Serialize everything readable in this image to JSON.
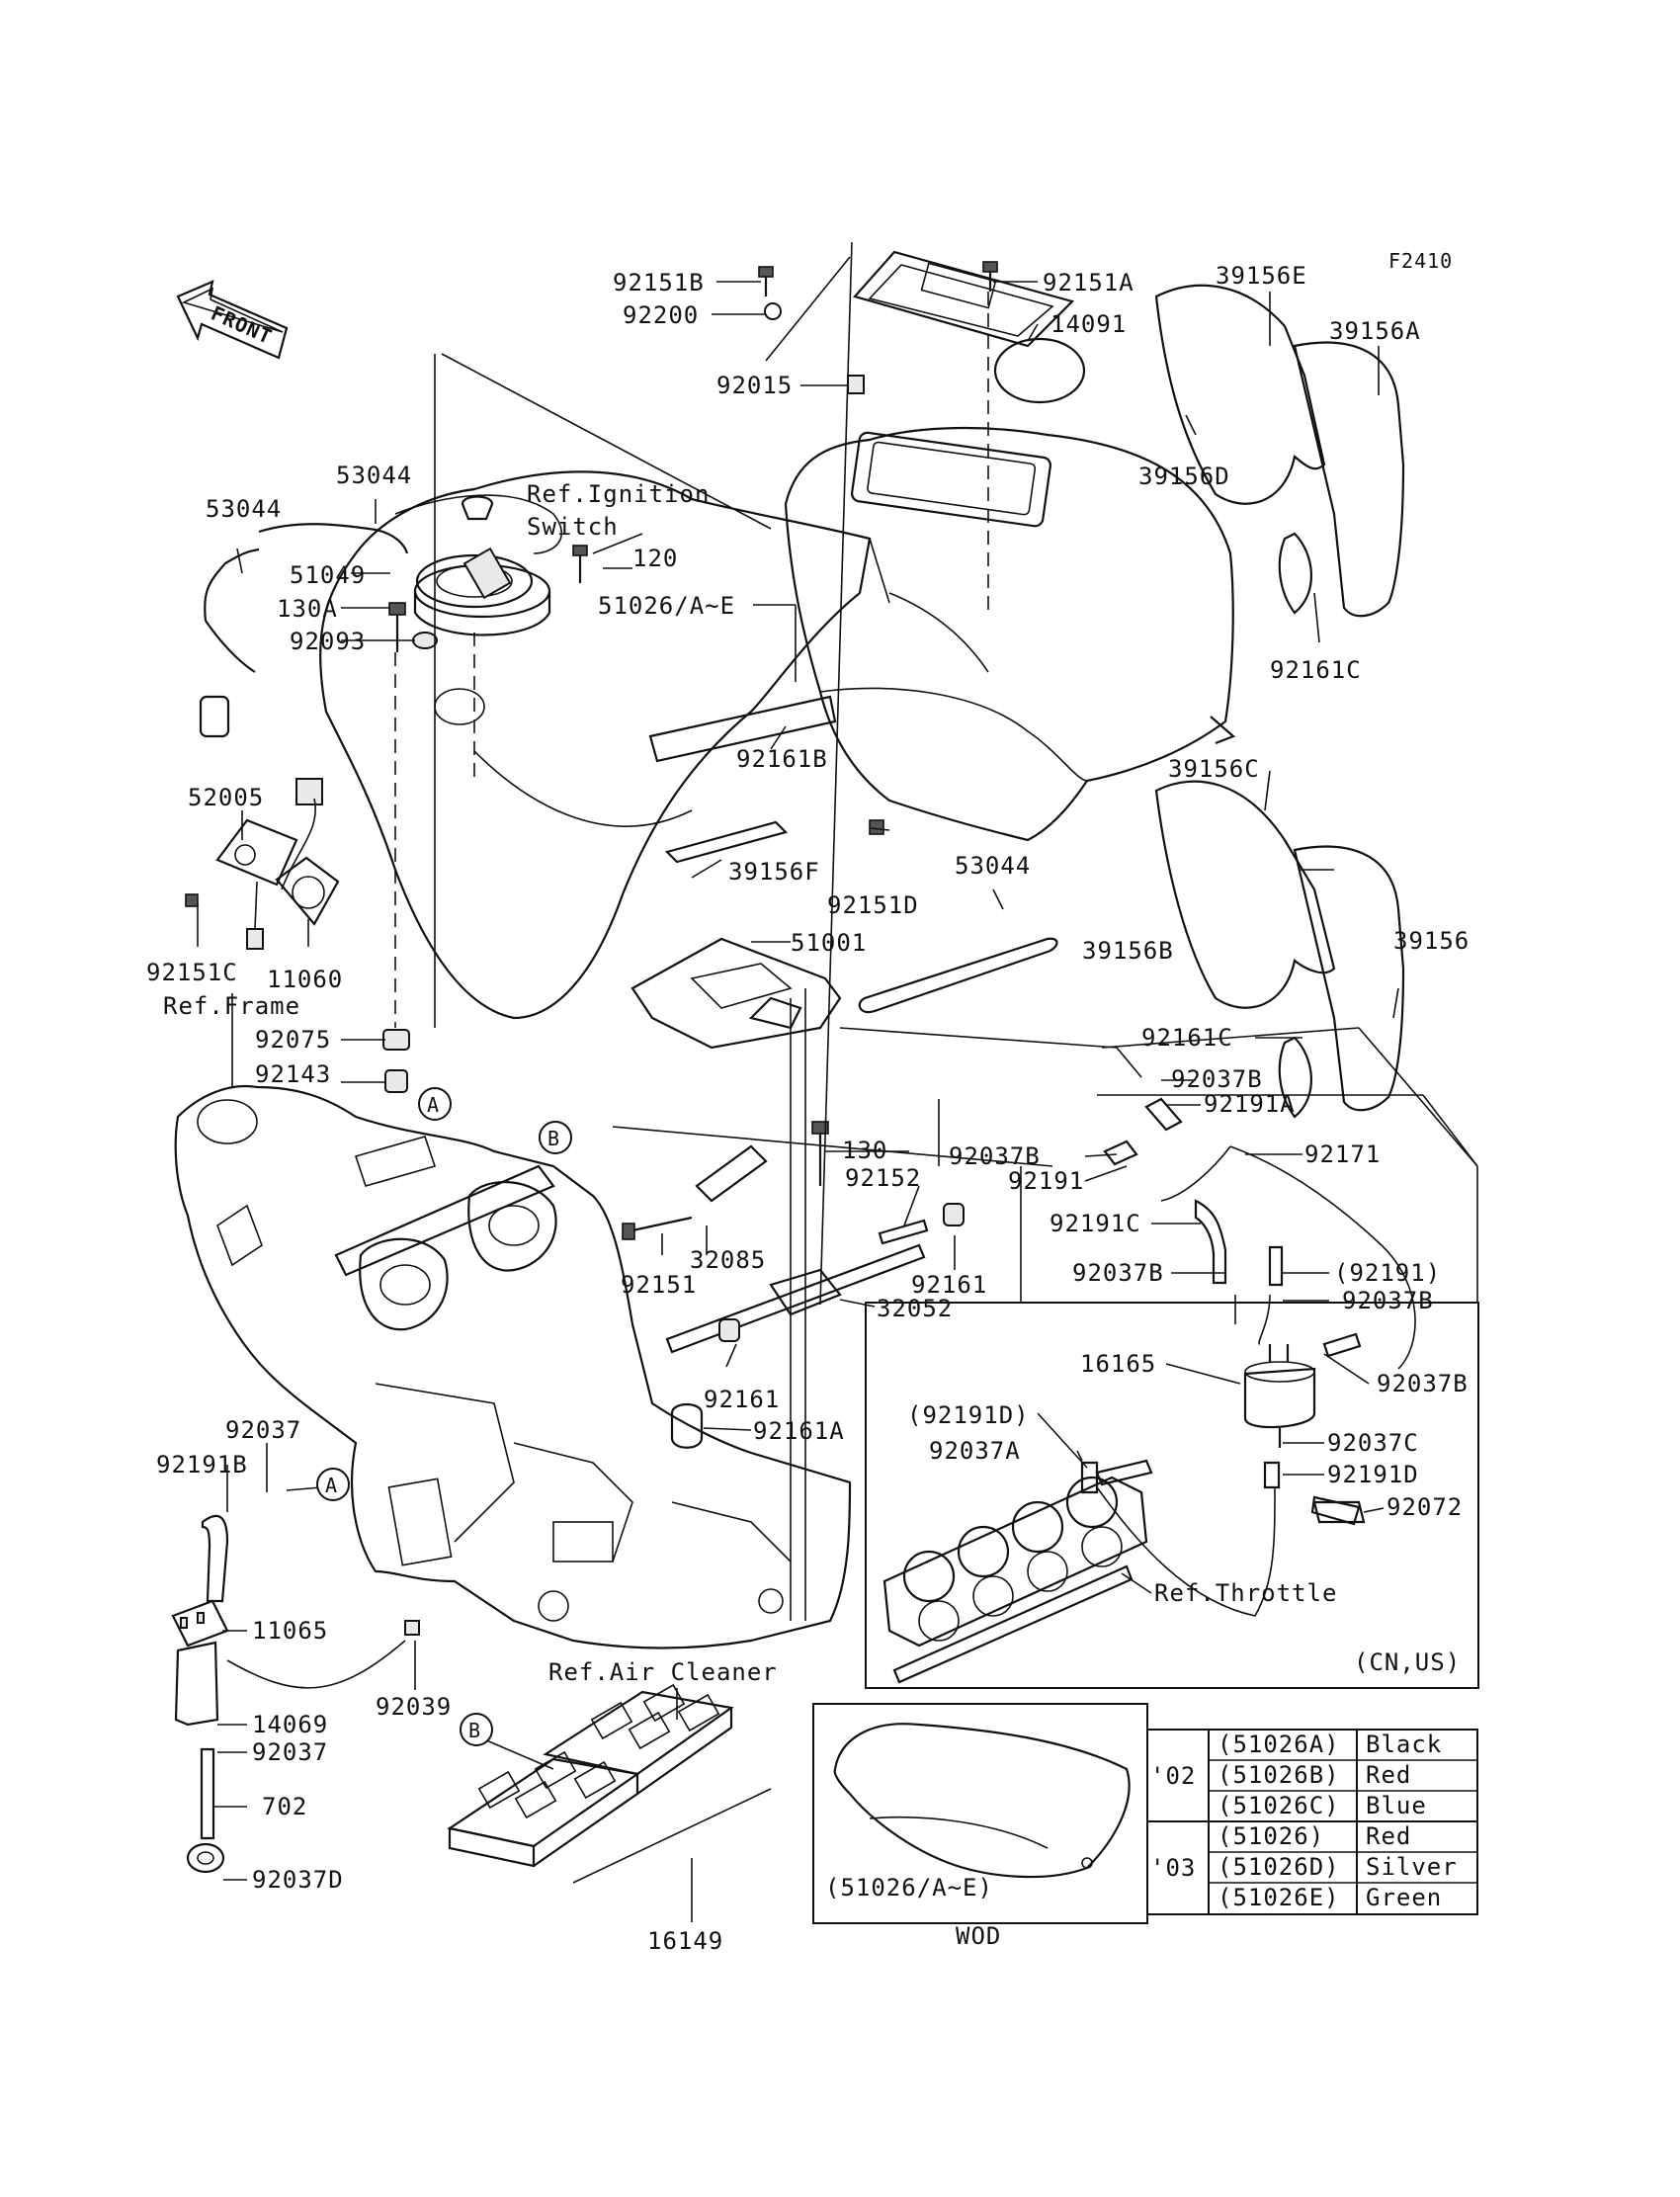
{
  "figure_code": "F2410",
  "front_label": "FRONT",
  "part_numbers": {
    "p92151B": "92151B",
    "p92200": "92200",
    "p92015": "92015",
    "p92151A": "92151A",
    "p14091": "14091",
    "p39156E": "39156E",
    "p39156A": "39156A",
    "p39156D": "39156D",
    "p92161C_top": "92161C",
    "p53044_a": "53044",
    "p53044_b": "53044",
    "p51049": "51049",
    "p130A": "130A",
    "p92093": "92093",
    "p120": "120",
    "p51026AE": "51026/A~E",
    "p92161B": "92161B",
    "p52005": "52005",
    "p39156F": "39156F",
    "p92151D": "92151D",
    "p53044_c": "53044",
    "p39156C": "39156C",
    "p51001": "51001",
    "p92151C": "92151C",
    "p11060": "11060",
    "p39156B": "39156B",
    "p39156": "39156",
    "p92075": "92075",
    "p92143": "92143",
    "p92161C_mid": "92161C",
    "p92037B_1": "92037B",
    "p92191A": "92191A",
    "p130": "130",
    "p92037B_2": "92037B",
    "p92171": "92171",
    "p92152": "92152",
    "p92191_a": "92191",
    "p32085": "32085",
    "p92191C": "92191C",
    "p92151": "92151",
    "p92161_a": "92161",
    "p92037B_3": "92037B",
    "p92191_paren": "(92191)",
    "p32052": "32052",
    "p92037B_4": "92037B",
    "p16165": "16165",
    "p92037B_5": "92037B",
    "p92161_b": "92161",
    "p92161A": "92161A",
    "p92191D_paren": "(92191D)",
    "p92037C": "92037C",
    "p92037": "92037",
    "p92037A": "92037A",
    "p92191D": "92191D",
    "p92191B": "92191B",
    "p92072": "92072",
    "p11065": "11065",
    "p92039": "92039",
    "p14069": "14069",
    "p92037_b": "92037",
    "p702": "702",
    "p92037D": "92037D",
    "p16149": "16149"
  },
  "references": {
    "ignition_line1": "Ref.Ignition",
    "ignition_line2": "Switch",
    "frame": "Ref.Frame",
    "air_cleaner": "Ref.Air Cleaner",
    "throttle": "Ref.Throttle",
    "region": "(CN,US)"
  },
  "callouts": {
    "A": "A",
    "B": "B"
  },
  "inset": {
    "caption": "(51026/A~E)",
    "label": "WOD"
  },
  "color_table": {
    "rows": [
      {
        "year": "'02",
        "part": "(51026A)",
        "color": "Black"
      },
      {
        "year": "",
        "part": "(51026B)",
        "color": "Red"
      },
      {
        "year": "",
        "part": "(51026C)",
        "color": "Blue"
      },
      {
        "year": "'03",
        "part": "(51026)",
        "color": "Red"
      },
      {
        "year": "",
        "part": "(51026D)",
        "color": "Silver"
      },
      {
        "year": "",
        "part": "(51026E)",
        "color": "Green"
      }
    ]
  }
}
